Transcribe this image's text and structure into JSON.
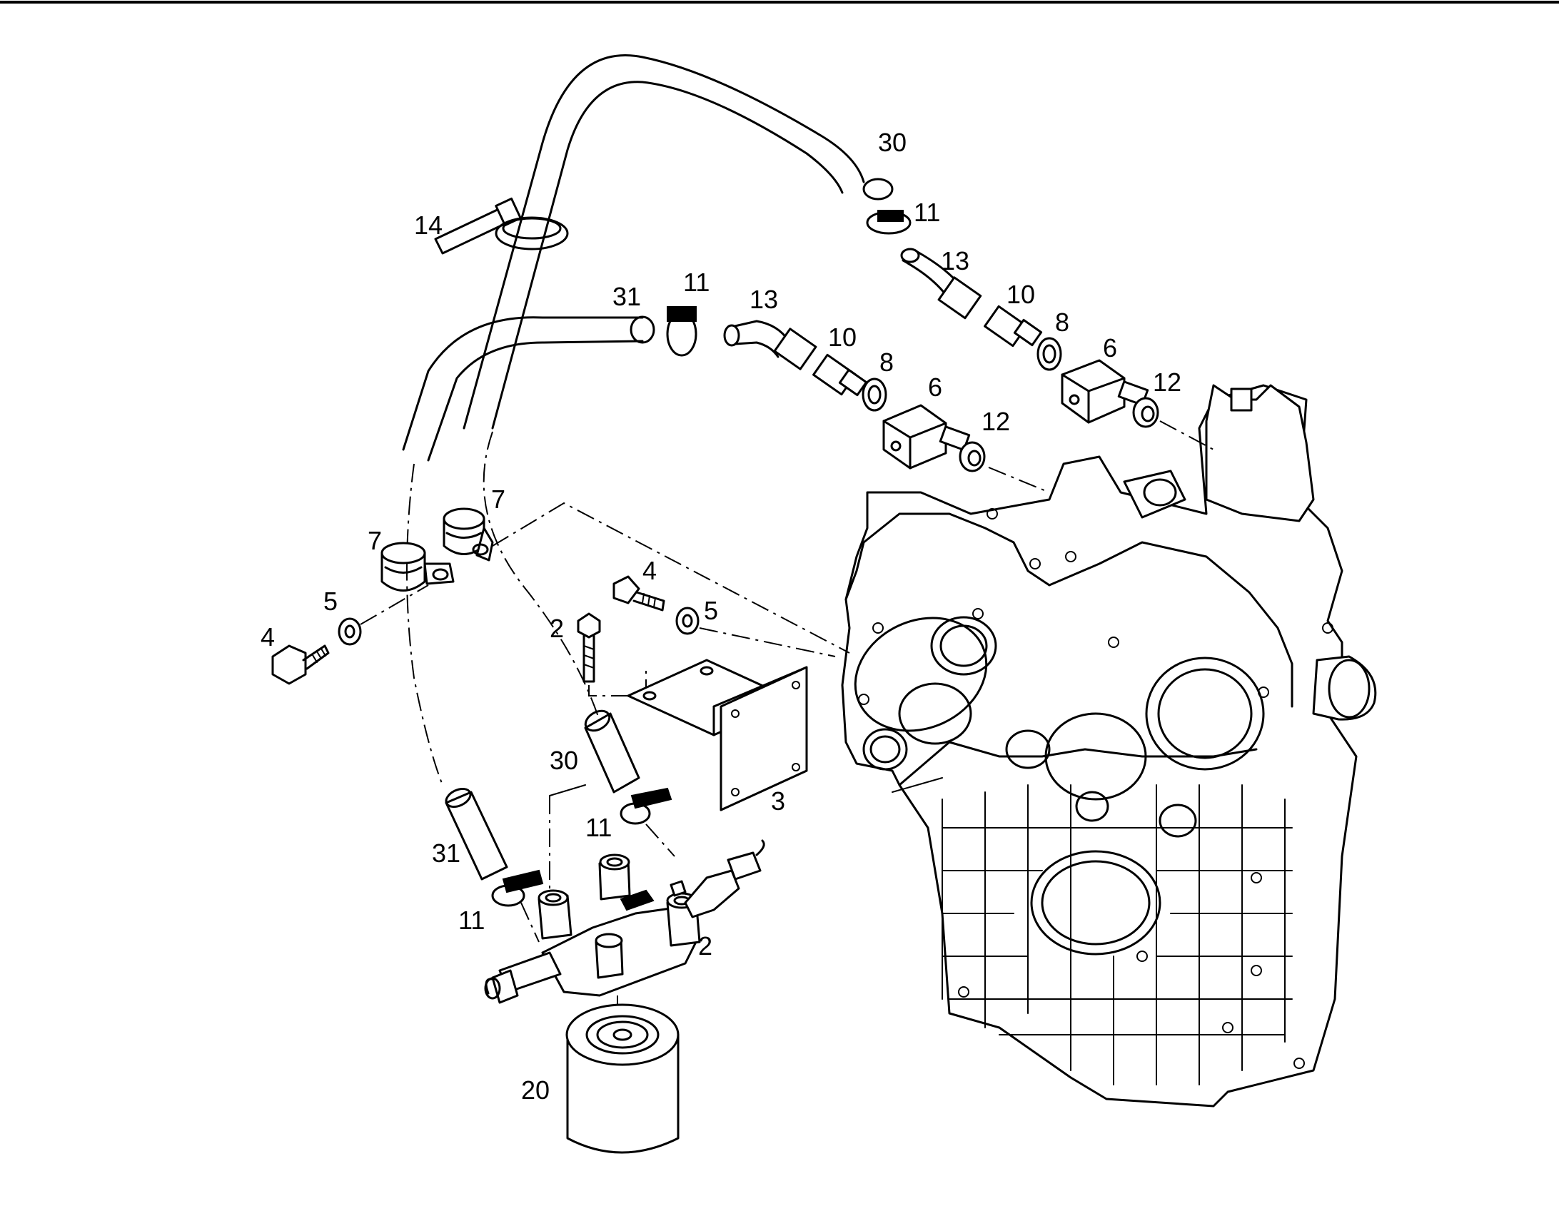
{
  "colors": {
    "ink": "#000000",
    "paper": "#ffffff"
  },
  "labels": {
    "hose_30_top": "30",
    "clamp_11_top": "11",
    "elbow_13_top": "13",
    "adapter_10_top": "10",
    "washer_8_top": "8",
    "block_6_top": "6",
    "nut_12_top": "12",
    "strap_14": "14",
    "hose_31_top": "31",
    "clamp_11_mid": "11",
    "elbow_13_mid": "13",
    "adapter_10_mid": "10",
    "washer_8_mid": "8",
    "block_6_mid": "6",
    "nut_12_mid": "12",
    "clip_7_left": "7",
    "clip_7_right": "7",
    "bolt_4_mid": "4",
    "washer_5_mid": "5",
    "bolt_2": "2",
    "washer_5_left": "5",
    "bolt_4_left": "4",
    "hose_30_bottom": "30",
    "bracket_3": "3",
    "clamp_11_right": "11",
    "hose_31_bottom": "31",
    "clamp_11_bottom": "11",
    "filter_head_2": "2",
    "filter_20": "20"
  }
}
